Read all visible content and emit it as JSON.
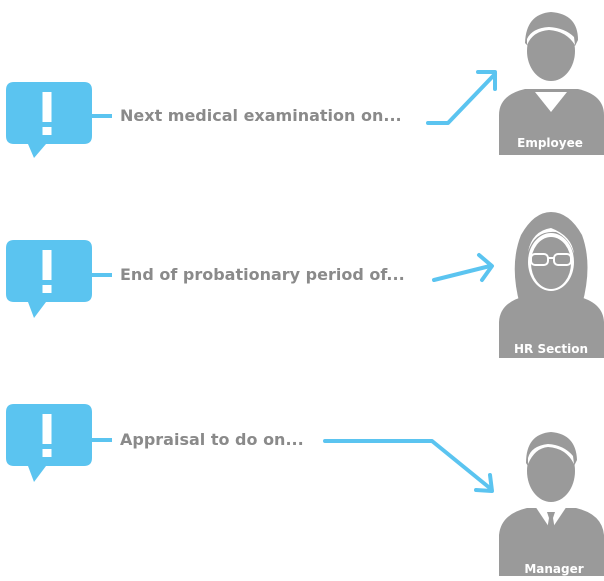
{
  "notifications": [
    {
      "message": "Next medical examination on...",
      "recipient": "Employee"
    },
    {
      "message": "End of probationary period of...",
      "recipient": "HR Section"
    },
    {
      "message": "Appraisal to do on...",
      "recipient": "Manager"
    }
  ],
  "colors": {
    "accent": "#5bc4f0",
    "person": "#9a9a9a",
    "text": "#8a8a8a"
  }
}
